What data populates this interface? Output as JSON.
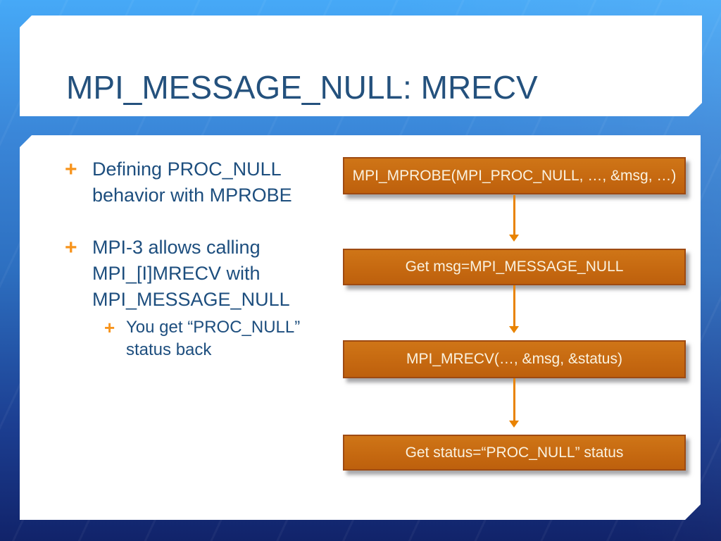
{
  "slide": {
    "title": "MPI_MESSAGE_NULL: MRECV",
    "bullet_marker": "+",
    "bullets": {
      "b1": "Defining PROC_NULL behavior with MPROBE",
      "b2": "MPI-3 allows calling MPI_[I]MRECV with MPI_MESSAGE_NULL",
      "b2_sub": "You get “PROC_NULL” status back"
    },
    "flow_steps": [
      {
        "label": "MPI_MPROBE(MPI_PROC_NULL, …, &msg, …)"
      },
      {
        "label": "Get msg=MPI_MESSAGE_NULL"
      },
      {
        "label": "MPI_MRECV(…, &msg, &status)"
      },
      {
        "label": "Get status=“PROC_NULL” status"
      }
    ],
    "colors": {
      "background_top": "#46a9f7",
      "background_bottom": "#11236a",
      "panel": "#ffffff",
      "title_text": "#24517d",
      "body_text": "#1d4e7e",
      "bullet_marker": "#f7941d",
      "flow_box_fill": "#c56810",
      "flow_box_border": "#9e4a12",
      "flow_box_text": "#faf2e0",
      "arrow": "#e98300"
    }
  }
}
